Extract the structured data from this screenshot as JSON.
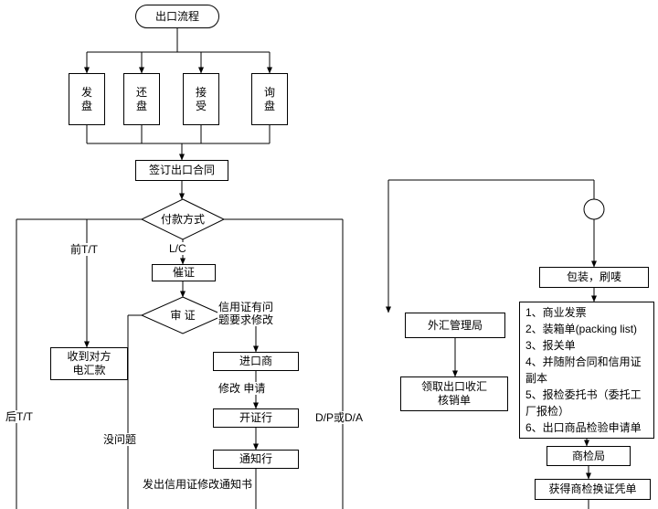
{
  "flowchart": {
    "nodes": {
      "start": "出口流程",
      "offer": "发\n盘",
      "counter_offer": "还\n盘",
      "accept": "接\n受",
      "inquiry": "询\n盘",
      "sign_contract": "签订出口合同",
      "payment_method": "付款方式",
      "urge_lc": "催证",
      "examine_lc": "审 证",
      "receive_remittance": "收到对方\n电汇款",
      "importer": "进口商",
      "issuing_bank": "开证行",
      "advising_bank": "通知行",
      "packing_marking": "包装，刷唛",
      "forex_bureau": "外汇管理局",
      "verification_form": "领取出口收汇\n核销单",
      "inspection_bureau": "商检局",
      "inspection_voucher": "获得商检换证凭单"
    },
    "labels": {
      "pre_tt": "前T/T",
      "post_tt": "后T/T",
      "lc": "L/C",
      "lc_problem": "信用证有问\n题要求修改",
      "no_problem": "没问题",
      "amendment_request": "修改 申请",
      "dp_da": "D/P或D/A",
      "issue_amendment_notice": "发出信用证修改通知书"
    },
    "documents": [
      "1、商业发票",
      "2、装箱单(packing list)",
      "3、报关单",
      "4、并随附合同和信用证副本",
      "5、报检委托书（委托工厂报检）",
      "6、出口商品检验申请单"
    ],
    "colors": {
      "line": "#000000",
      "background": "#ffffff"
    }
  }
}
